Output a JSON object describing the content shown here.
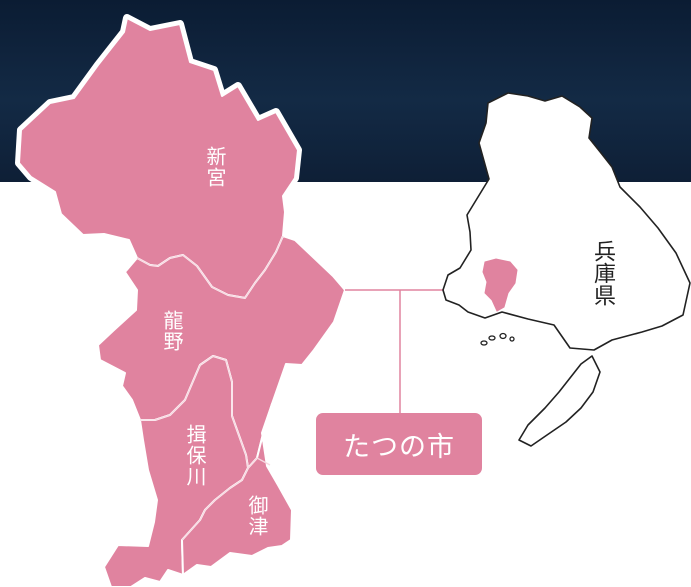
{
  "map": {
    "districts": [
      {
        "name": "新宮"
      },
      {
        "name": "龍野"
      },
      {
        "name": "揖保川"
      },
      {
        "name": "御津"
      }
    ],
    "city_label": "たつの市",
    "prefecture_label": "兵庫県",
    "colors": {
      "city_fill": "#e0839f",
      "district_border": "#f7d8e1",
      "prefecture_outline": "#222222",
      "background_top": "#0e1f36"
    }
  }
}
